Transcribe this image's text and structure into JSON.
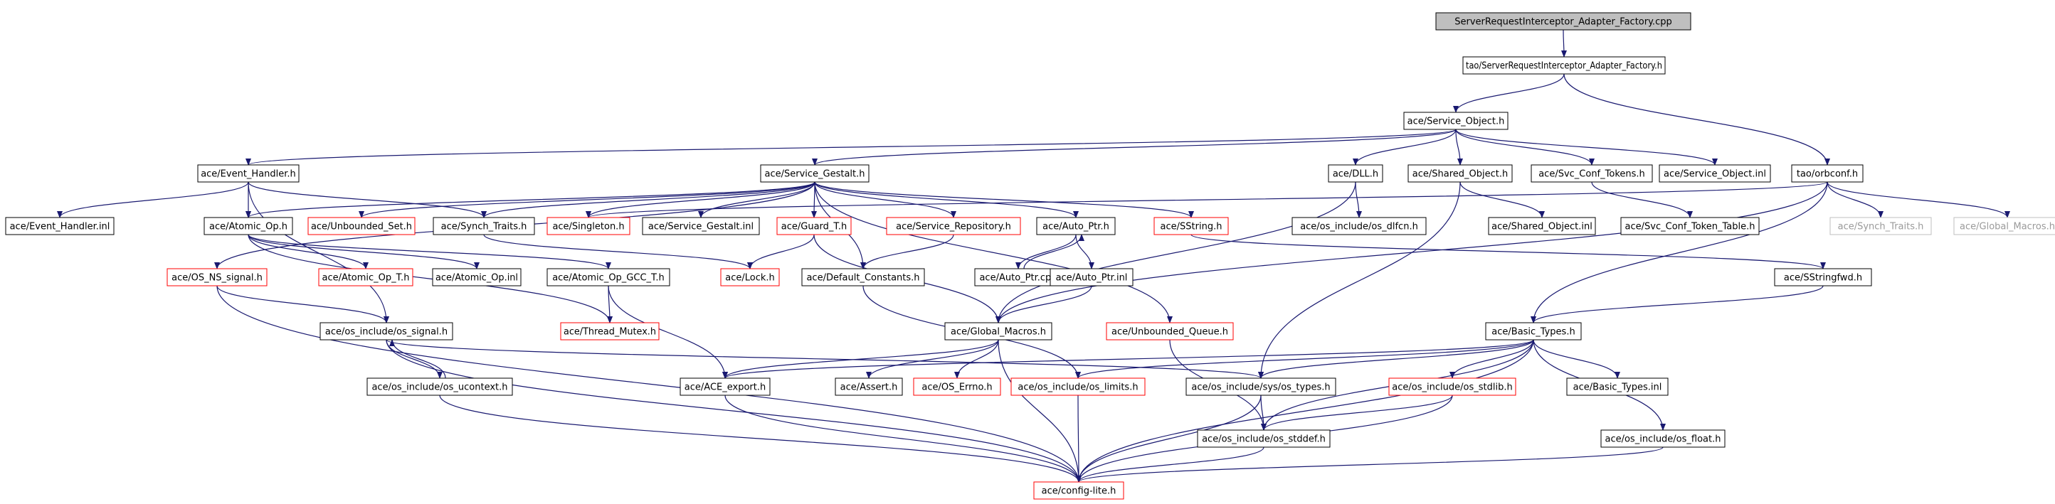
{
  "colors": {
    "normal_border": "#000000",
    "missing_border": "#ff0000",
    "external_border": "#bfbfbf",
    "root_fill": "#bfbfbf",
    "edge": "#191970",
    "external_text": "#9a9a9a"
  },
  "nodes": [
    {
      "id": "root",
      "label": "ServerRequestInterceptor_Adapter_Factory.cpp",
      "style": "root"
    },
    {
      "id": "tao_sria_h",
      "label": "tao/ServerRequestInterceptor_Adapter_Factory.h",
      "style": "normal"
    },
    {
      "id": "service_object_h",
      "label": "ace/Service_Object.h",
      "style": "normal"
    },
    {
      "id": "event_handler_h",
      "label": "ace/Event_Handler.h",
      "style": "normal"
    },
    {
      "id": "service_gestalt_h",
      "label": "ace/Service_Gestalt.h",
      "style": "normal"
    },
    {
      "id": "dll_h",
      "label": "ace/DLL.h",
      "style": "normal"
    },
    {
      "id": "shared_object_h",
      "label": "ace/Shared_Object.h",
      "style": "normal"
    },
    {
      "id": "svc_conf_tokens_h",
      "label": "ace/Svc_Conf_Tokens.h",
      "style": "normal"
    },
    {
      "id": "service_object_inl",
      "label": "ace/Service_Object.inl",
      "style": "normal"
    },
    {
      "id": "orbconf_h",
      "label": "tao/orbconf.h",
      "style": "normal"
    },
    {
      "id": "event_handler_inl",
      "label": "ace/Event_Handler.inl",
      "style": "normal"
    },
    {
      "id": "atomic_op_h",
      "label": "ace/Atomic_Op.h",
      "style": "normal"
    },
    {
      "id": "unbounded_set_h",
      "label": "ace/Unbounded_Set.h",
      "style": "missing"
    },
    {
      "id": "synch_traits_h",
      "label": "ace/Synch_Traits.h",
      "style": "normal"
    },
    {
      "id": "singleton_h",
      "label": "ace/Singleton.h",
      "style": "missing"
    },
    {
      "id": "service_gestalt_inl",
      "label": "ace/Service_Gestalt.inl",
      "style": "normal"
    },
    {
      "id": "guard_t_h",
      "label": "ace/Guard_T.h",
      "style": "missing"
    },
    {
      "id": "service_repository_h",
      "label": "ace/Service_Repository.h",
      "style": "missing"
    },
    {
      "id": "auto_ptr_h",
      "label": "ace/Auto_Ptr.h",
      "style": "normal"
    },
    {
      "id": "sstring_h",
      "label": "ace/SString.h",
      "style": "missing"
    },
    {
      "id": "os_dlfcn_h",
      "label": "ace/os_include/os_dlfcn.h",
      "style": "normal"
    },
    {
      "id": "shared_object_inl",
      "label": "ace/Shared_Object.inl",
      "style": "normal"
    },
    {
      "id": "svc_conf_token_table_h",
      "label": "ace/Svc_Conf_Token_Table.h",
      "style": "normal"
    },
    {
      "id": "synch_traits_ext",
      "label": "ace/Synch_Traits.h",
      "style": "external"
    },
    {
      "id": "global_macros_ext",
      "label": "ace/Global_Macros.h",
      "style": "external"
    },
    {
      "id": "os_ns_signal_h",
      "label": "ace/OS_NS_signal.h",
      "style": "missing"
    },
    {
      "id": "atomic_op_t_h",
      "label": "ace/Atomic_Op_T.h",
      "style": "missing"
    },
    {
      "id": "atomic_op_inl",
      "label": "ace/Atomic_Op.inl",
      "style": "normal"
    },
    {
      "id": "atomic_op_gcc_t_h",
      "label": "ace/Atomic_Op_GCC_T.h",
      "style": "normal"
    },
    {
      "id": "lock_h",
      "label": "ace/Lock.h",
      "style": "missing"
    },
    {
      "id": "default_constants_h",
      "label": "ace/Default_Constants.h",
      "style": "normal"
    },
    {
      "id": "auto_ptr_cpp",
      "label": "ace/Auto_Ptr.cpp",
      "style": "normal"
    },
    {
      "id": "auto_ptr_inl",
      "label": "ace/Auto_Ptr.inl",
      "style": "normal"
    },
    {
      "id": "sstringfwd_h",
      "label": "ace/SStringfwd.h",
      "style": "normal"
    },
    {
      "id": "os_signal_h",
      "label": "ace/os_include/os_signal.h",
      "style": "normal"
    },
    {
      "id": "thread_mutex_h",
      "label": "ace/Thread_Mutex.h",
      "style": "missing"
    },
    {
      "id": "global_macros_h",
      "label": "ace/Global_Macros.h",
      "style": "normal"
    },
    {
      "id": "unbounded_queue_h",
      "label": "ace/Unbounded_Queue.h",
      "style": "missing"
    },
    {
      "id": "basic_types_h",
      "label": "ace/Basic_Types.h",
      "style": "normal"
    },
    {
      "id": "os_ucontext_h",
      "label": "ace/os_include/os_ucontext.h",
      "style": "normal"
    },
    {
      "id": "ace_export_h",
      "label": "ace/ACE_export.h",
      "style": "normal"
    },
    {
      "id": "assert_h",
      "label": "ace/Assert.h",
      "style": "normal"
    },
    {
      "id": "os_errno_h",
      "label": "ace/OS_Errno.h",
      "style": "missing"
    },
    {
      "id": "os_limits_h",
      "label": "ace/os_include/os_limits.h",
      "style": "missing"
    },
    {
      "id": "os_types_h",
      "label": "ace/os_include/sys/os_types.h",
      "style": "normal"
    },
    {
      "id": "os_stdlib_h",
      "label": "ace/os_include/os_stdlib.h",
      "style": "missing"
    },
    {
      "id": "basic_types_inl",
      "label": "ace/Basic_Types.inl",
      "style": "normal"
    },
    {
      "id": "os_stddef_h",
      "label": "ace/os_include/os_stddef.h",
      "style": "normal"
    },
    {
      "id": "os_float_h",
      "label": "ace/os_include/os_float.h",
      "style": "normal"
    },
    {
      "id": "config_lite_h",
      "label": "ace/config-lite.h",
      "style": "missing"
    }
  ],
  "edges": [
    [
      "root",
      "tao_sria_h"
    ],
    [
      "tao_sria_h",
      "service_object_h"
    ],
    [
      "tao_sria_h",
      "orbconf_h"
    ],
    [
      "service_object_h",
      "event_handler_h"
    ],
    [
      "service_object_h",
      "service_gestalt_h"
    ],
    [
      "service_object_h",
      "dll_h"
    ],
    [
      "service_object_h",
      "shared_object_h"
    ],
    [
      "service_object_h",
      "svc_conf_tokens_h"
    ],
    [
      "service_object_h",
      "service_object_inl"
    ],
    [
      "event_handler_h",
      "event_handler_inl"
    ],
    [
      "event_handler_h",
      "atomic_op_h"
    ],
    [
      "event_handler_h",
      "synch_traits_h"
    ],
    [
      "event_handler_h",
      "os_signal_h"
    ],
    [
      "service_gestalt_h",
      "os_ns_signal_h"
    ],
    [
      "service_gestalt_h",
      "atomic_op_h"
    ],
    [
      "service_gestalt_h",
      "unbounded_set_h"
    ],
    [
      "service_gestalt_h",
      "synch_traits_h"
    ],
    [
      "service_gestalt_h",
      "singleton_h"
    ],
    [
      "service_gestalt_h",
      "service_gestalt_inl"
    ],
    [
      "service_gestalt_h",
      "guard_t_h"
    ],
    [
      "service_gestalt_h",
      "service_repository_h"
    ],
    [
      "service_gestalt_h",
      "auto_ptr_h"
    ],
    [
      "service_gestalt_h",
      "sstring_h"
    ],
    [
      "service_gestalt_h",
      "default_constants_h"
    ],
    [
      "service_gestalt_h",
      "unbounded_queue_h"
    ],
    [
      "dll_h",
      "os_dlfcn_h"
    ],
    [
      "dll_h",
      "global_macros_h"
    ],
    [
      "shared_object_h",
      "shared_object_inl"
    ],
    [
      "shared_object_h",
      "os_types_h"
    ],
    [
      "svc_conf_tokens_h",
      "svc_conf_token_table_h"
    ],
    [
      "orbconf_h",
      "synch_traits_ext"
    ],
    [
      "orbconf_h",
      "global_macros_ext"
    ],
    [
      "orbconf_h",
      "singleton_h"
    ],
    [
      "orbconf_h",
      "global_macros_h"
    ],
    [
      "orbconf_h",
      "basic_types_h"
    ],
    [
      "atomic_op_h",
      "atomic_op_t_h"
    ],
    [
      "atomic_op_h",
      "atomic_op_inl"
    ],
    [
      "atomic_op_h",
      "atomic_op_gcc_t_h"
    ],
    [
      "atomic_op_h",
      "thread_mutex_h"
    ],
    [
      "synch_traits_h",
      "lock_h"
    ],
    [
      "guard_t_h",
      "lock_h"
    ],
    [
      "guard_t_h",
      "global_macros_h"
    ],
    [
      "service_repository_h",
      "default_constants_h"
    ],
    [
      "auto_ptr_h",
      "auto_ptr_cpp"
    ],
    [
      "auto_ptr_h",
      "auto_ptr_inl"
    ],
    [
      "auto_ptr_cpp",
      "auto_ptr_h"
    ],
    [
      "auto_ptr_inl",
      "global_macros_h"
    ],
    [
      "sstring_h",
      "sstringfwd_h"
    ],
    [
      "sstringfwd_h",
      "basic_types_h"
    ],
    [
      "os_ns_signal_h",
      "os_signal_h"
    ],
    [
      "os_ns_signal_h",
      "config_lite_h"
    ],
    [
      "atomic_op_gcc_t_h",
      "thread_mutex_h"
    ],
    [
      "atomic_op_gcc_t_h",
      "ace_export_h"
    ],
    [
      "default_constants_h",
      "os_limits_h"
    ],
    [
      "os_signal_h",
      "os_ucontext_h"
    ],
    [
      "os_signal_h",
      "os_types_h"
    ],
    [
      "os_signal_h",
      "config_lite_h"
    ],
    [
      "os_ucontext_h",
      "os_signal_h"
    ],
    [
      "os_ucontext_h",
      "config_lite_h"
    ],
    [
      "global_macros_h",
      "ace_export_h"
    ],
    [
      "global_macros_h",
      "assert_h"
    ],
    [
      "global_macros_h",
      "os_errno_h"
    ],
    [
      "global_macros_h",
      "config_lite_h"
    ],
    [
      "unbounded_queue_h",
      "os_stddef_h"
    ],
    [
      "basic_types_h",
      "ace_export_h"
    ],
    [
      "basic_types_h",
      "os_limits_h"
    ],
    [
      "basic_types_h",
      "os_types_h"
    ],
    [
      "basic_types_h",
      "os_stdlib_h"
    ],
    [
      "basic_types_h",
      "basic_types_inl"
    ],
    [
      "basic_types_h",
      "os_stddef_h"
    ],
    [
      "basic_types_h",
      "os_float_h"
    ],
    [
      "basic_types_h",
      "config_lite_h"
    ],
    [
      "ace_export_h",
      "config_lite_h"
    ],
    [
      "os_limits_h",
      "config_lite_h"
    ],
    [
      "os_types_h",
      "os_stddef_h"
    ],
    [
      "os_types_h",
      "config_lite_h"
    ],
    [
      "os_stdlib_h",
      "os_stddef_h"
    ],
    [
      "os_stdlib_h",
      "config_lite_h"
    ],
    [
      "os_stddef_h",
      "config_lite_h"
    ],
    [
      "os_float_h",
      "config_lite_h"
    ]
  ]
}
